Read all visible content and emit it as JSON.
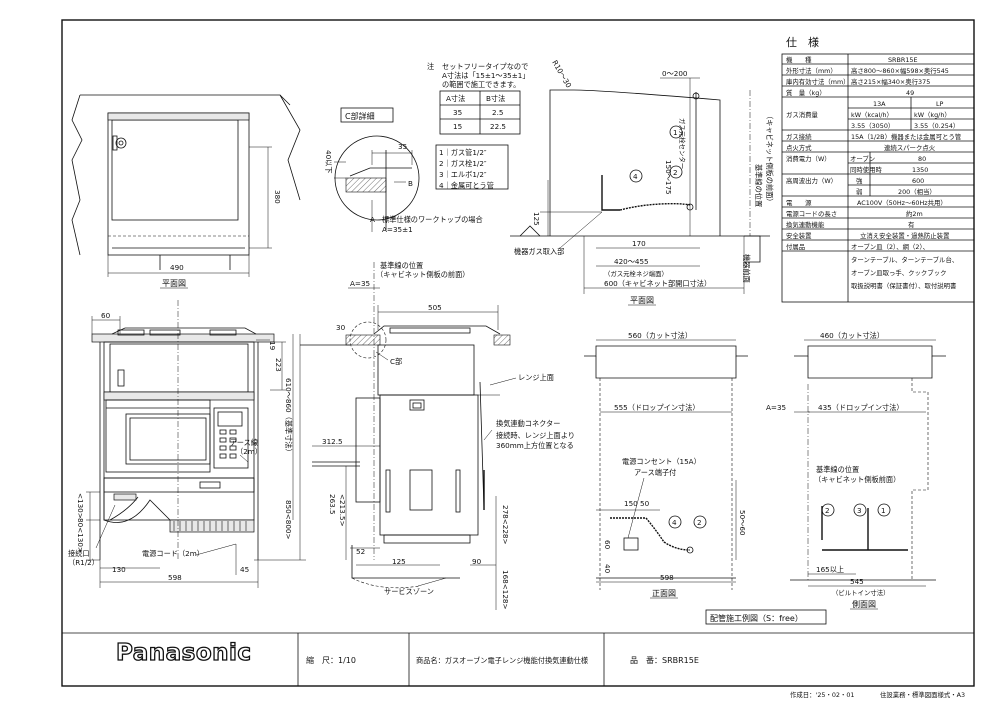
{
  "spec": {
    "title": "仕　様",
    "rows": [
      {
        "label": "機　　種",
        "value": "SRBR15E"
      },
      {
        "label": "外形寸法（mm）",
        "value": "高さ800～860×幅598×奥行545"
      },
      {
        "label": "庫内有効寸法（mm）",
        "value": "高さ215×幅340×奥行375"
      },
      {
        "label": "質　量（kg）",
        "value": "49"
      },
      {
        "label": "ガス接続",
        "value": "15A（1/2B）機器または金属可とう管"
      },
      {
        "label": "点火方式",
        "value": "連続スパーク点火"
      },
      {
        "label": "電　　源",
        "value": "AC100V（50Hz～60Hz共用）"
      },
      {
        "label": "電源コードの長さ",
        "value": "約2m"
      },
      {
        "label": "換気連動機能",
        "value": "有"
      },
      {
        "label": "安全装置",
        "value": "立消え安全装置・過熱防止装置"
      }
    ],
    "gas": {
      "label": "ガス消費量",
      "col1": "13A",
      "col2": "LP",
      "unit1": "kW（kcal/h）",
      "unit2": "kW（kg/h）",
      "val1": "3.55（3050）",
      "val2": "3.55（0.254）"
    },
    "power": {
      "label": "消費電力（W）",
      "oven_label": "オーブン",
      "oven": "80",
      "simul_label": "同時使用時",
      "simul": "1350"
    },
    "heat": {
      "label": "高周波出力（W）",
      "strong_label": "強",
      "strong": "600",
      "weak_label": "弱",
      "weak": "200（相当）"
    },
    "accessories": {
      "label": "付属品",
      "lines": [
        "オーブン皿（2）、網（2）、",
        "ターンテーブル、ターンテーブル台、",
        "オーブン皿取っ手、クックブック",
        "取扱説明書（保証書付）、取付説明書"
      ]
    }
  },
  "note": {
    "prefix": "注",
    "lines": [
      "セットフリータイプなので",
      "A寸法は「15±1～35±1」",
      "の範囲で施工できます。"
    ],
    "table_headers": [
      "A寸法",
      "B寸法"
    ],
    "table_rows": [
      [
        "35",
        "2.5"
      ],
      [
        "15",
        "22.5"
      ]
    ]
  },
  "detail_c": {
    "title": "C部詳細",
    "dims": {
      "d35": "35",
      "d40": "40以下",
      "b": "B",
      "a": "A"
    },
    "legend": [
      "1｜ガス管1/2″",
      "2｜ガス栓1/2″",
      "3｜エルボ1/2″",
      "4｜金属可とう管"
    ],
    "workbench": [
      "標準仕様のワークトップの場合",
      "A=35±1"
    ]
  },
  "plan_top": {
    "caption": "平面図",
    "w490": "490",
    "h380": "380"
  },
  "side_view": {
    "ref_line": [
      "基準線の位置",
      "（キャビネット側板の前面）"
    ],
    "a_dim": "A=35",
    "w505": "505",
    "label_c": "C部",
    "d30": "30",
    "range_top": "レンジ上面",
    "connector": [
      "換気連動コネクター",
      "接続時、レンジ上面より",
      "360mm上方位置となる"
    ],
    "d312": "312.5",
    "d263": "263.5",
    "d213": "<213.5>",
    "d278": "278<228>",
    "d168": "168<128>",
    "d52": "52",
    "d125": "125",
    "d90": "90",
    "service": "サービスゾーン"
  },
  "front_view": {
    "d60": "60",
    "d19": "19",
    "d223": "223",
    "d610": "610～860（基準寸法）",
    "d850": "850<800>",
    "earth": [
      "アース線",
      "（2m）"
    ],
    "d130v": "<130>",
    "d80": "80<130>",
    "connect": [
      "接続口",
      "（R1/2）"
    ],
    "cord": "電源コード（2m）",
    "d130": "130",
    "d45": "45",
    "d598": "598"
  },
  "gas_plan": {
    "r": "R10～30",
    "d0200": "0～200",
    "ref": [
      "基準線の位置",
      "（キャビネット側板の前面）"
    ],
    "gas_ref": "ガス元栓センター",
    "d150": "150～175",
    "d125": "125",
    "inlet": "機器ガス取入部",
    "d170": "170",
    "d420": "420～455",
    "screw": "（ガス元栓ネジ端面）",
    "d600": "600（キャビネット部開口寸法）",
    "cab_front": "機器前面",
    "caption": "平面図"
  },
  "front_install": {
    "d560": "560（カット寸法）",
    "d555": "555（ドロップイン寸法）",
    "outlet": "電源コンセント（15A）",
    "earth": "アース端子付",
    "d150": "150",
    "d50": "50",
    "d60": "60",
    "d40": "40",
    "d5060": "50～60",
    "d598": "598",
    "caption": "正面図"
  },
  "side_install": {
    "d460": "460（カット寸法）",
    "a": "A=35",
    "d435": "435（ドロップイン寸法）",
    "ref": [
      "基準線の位置",
      "（キャビネット側板前面）"
    ],
    "d165": "165以上",
    "d545": "545",
    "d545b": "（ビルトイン寸法）",
    "caption": "側面図"
  },
  "example_label": "配管施工例図（S：free）",
  "title_block": {
    "logo": "Panasonic",
    "scale": "縮　尺：1/10",
    "product": "商品名：ガスオーブン電子レンジ機能付換気連動仕様",
    "model": "品　番：SRBR15E",
    "date": "作成日：'25・02・01",
    "dept": "住設業務・標準図面様式・A3"
  }
}
